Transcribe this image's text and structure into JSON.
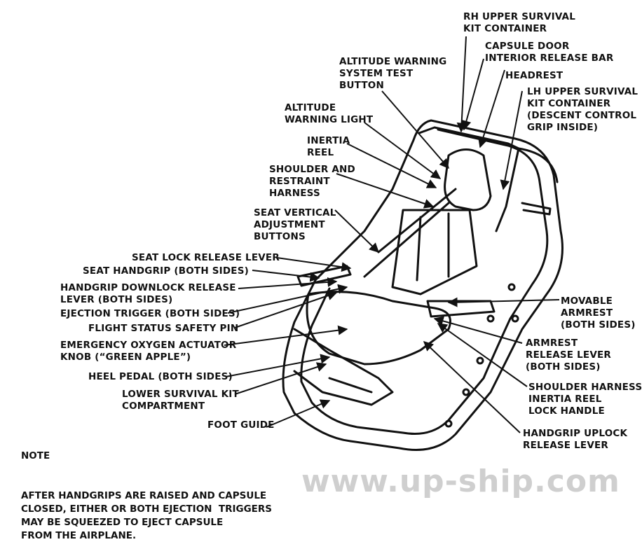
{
  "labels": {
    "rh_upper_kit": "RH UPPER SURVIVAL\nKIT CONTAINER",
    "capsule_door": "CAPSULE DOOR\nINTERIOR RELEASE BAR",
    "headrest": "HEADREST",
    "lh_upper_kit": "LH UPPER SURVIVAL\nKIT CONTAINER\n(DESCENT CONTROL\nGRIP INSIDE)",
    "alt_test": "ALTITUDE WARNING\nSYSTEM TEST\nBUTTON",
    "alt_light": "ALTITUDE\nWARNING LIGHT",
    "inertia_reel": "INERTIA\nREEL",
    "shoulder_harness": "SHOULDER AND\nRESTRAINT\nHARNESS",
    "seat_vertical": "SEAT VERTICAL\nADJUSTMENT\nBUTTONS",
    "seat_lock": "SEAT LOCK RELEASE LEVER",
    "seat_handgrip": "SEAT HANDGRIP (BOTH SIDES)",
    "handgrip_downlock": "HANDGRIP DOWNLOCK RELEASE\nLEVER (BOTH SIDES)",
    "ejection_trigger": "EJECTION TRIGGER (BOTH SIDES)",
    "flight_pin": "FLIGHT STATUS SAFETY PIN",
    "emergency_oxygen": "EMERGENCY OXYGEN ACTUATOR\nKNOB (“GREEN APPLE”)",
    "heel_pedal": "HEEL PEDAL (BOTH SIDES)",
    "lower_kit": "LOWER SURVIVAL KIT\nCOMPARTMENT",
    "foot_guide": "FOOT GUIDE",
    "movable_armrest": "MOVABLE\nARMREST\n(BOTH SIDES)",
    "armrest_release": "ARMREST\nRELEASE LEVER\n(BOTH SIDES)",
    "shoulder_lock": "SHOULDER HARNESS\nINERTIA REEL\nLOCK HANDLE",
    "handgrip_uplock": "HANDGRIP UPLOCK\nRELEASE LEVER"
  },
  "note": {
    "title": "NOTE",
    "text": "AFTER HANDGRIPS ARE RAISED AND CAPSULE\nCLOSED, EITHER OR BOTH EJECTION  TRIGGERS\nMAY BE SQUEEZED TO EJECT CAPSULE\nFROM THE AIRPLANE."
  },
  "watermark": "www.up-ship.com"
}
